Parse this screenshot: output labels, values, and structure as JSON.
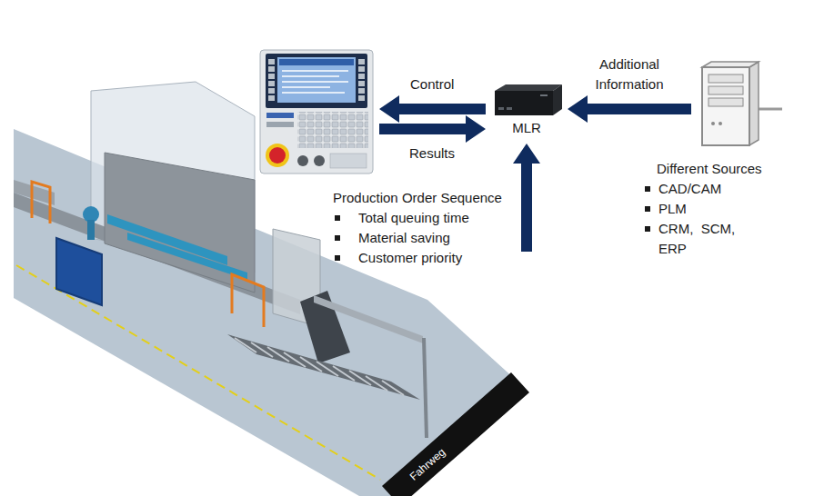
{
  "diagram": {
    "nodes": [
      {
        "text": []
      },
      {
        "text": [
          "MLR"
        ]
      },
      {
        "text": [
          "Different Sources",
          "CAD/CAM",
          "PLM",
          "CRM,  SCM, ERP"
        ]
      },
      {
        "text": [
          "Production Order Sequence",
          "Total queuing time",
          "Material saving",
          "Customer priority"
        ]
      }
    ],
    "edges": [
      {
        "from": 1,
        "to": 0,
        "label": "Control",
        "arrow": "to"
      },
      {
        "from": 0,
        "to": 1,
        "label": "Results",
        "arrow": "to"
      },
      {
        "from": 2,
        "to": 1,
        "label": "Additional Information",
        "arrow": "to"
      },
      {
        "from": 3,
        "to": 1,
        "arrow": "to"
      }
    ],
    "labels": [
      "Fahrweg"
    ]
  }
}
